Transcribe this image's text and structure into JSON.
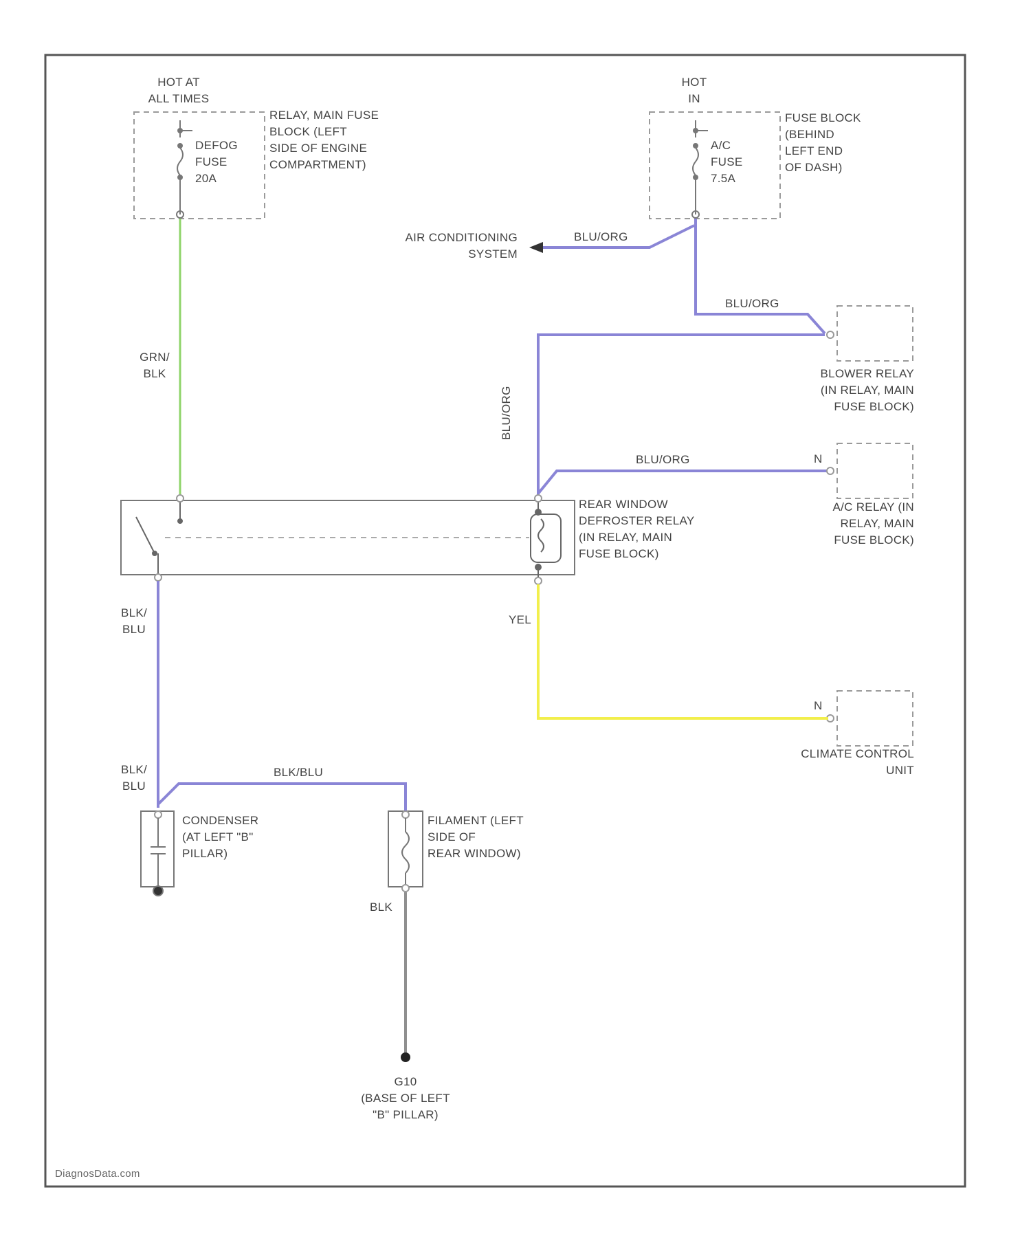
{
  "power": {
    "left_source": "HOT AT\nALL TIMES",
    "left_fuse": "DEFOG\nFUSE\n20A",
    "left_block": "RELAY, MAIN FUSE\nBLOCK (LEFT\nSIDE OF ENGINE\nCOMPARTMENT)",
    "right_source": "HOT\nIN",
    "right_fuse": "A/C\nFUSE\n7.5A",
    "right_block": "FUSE BLOCK\n(BEHIND\nLEFT END\nOF DASH)"
  },
  "wires": {
    "grn_blk": "GRN/\nBLK",
    "blu_org_ac": "BLU/ORG",
    "blu_org_blower": "BLU/ORG",
    "blu_org_vertical": "BLU/ORG",
    "blu_org_acrelay": "BLU/ORG",
    "yel": "YEL",
    "blk_blu_1": "BLK/\nBLU",
    "blk_blu_2": "BLK/\nBLU",
    "blk_blu_3": "BLK/BLU",
    "blk": "BLK"
  },
  "components": {
    "ac_system": "AIR CONDITIONING\nSYSTEM",
    "blower_relay": "BLOWER RELAY\n(IN RELAY, MAIN\nFUSE BLOCK)",
    "defroster_relay": "REAR WINDOW\nDEFROSTER RELAY\n(IN RELAY, MAIN\nFUSE BLOCK)",
    "ac_relay": "A/C RELAY (IN\nRELAY, MAIN\nFUSE BLOCK)",
    "ac_relay_pin": "N",
    "climate_unit": "CLIMATE CONTROL\nUNIT",
    "climate_pin": "N",
    "condenser": "CONDENSER\n(AT LEFT \"B\"\nPILLAR)",
    "filament": "FILAMENT (LEFT\nSIDE OF\nREAR WINDOW)",
    "ground": "G10\n(BASE OF LEFT\n\"B\" PILLAR)"
  },
  "footer": "DiagnosData.com",
  "colors": {
    "grn_blk": "#8fd46a",
    "blu_org": "#8a85d6",
    "yel": "#f2ef4c",
    "blk": "#8f8f8f",
    "frame": "#555555",
    "dashed": "#9a9a9a"
  }
}
